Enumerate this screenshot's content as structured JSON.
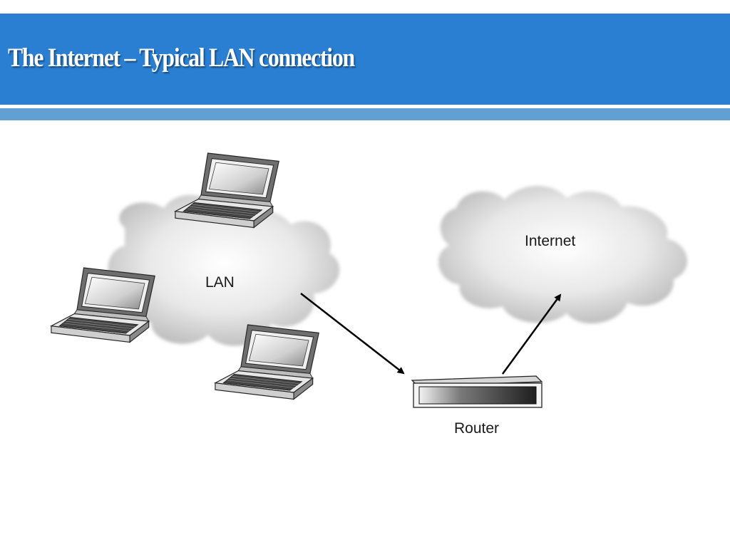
{
  "slide": {
    "title": "The Internet – Typical LAN connection",
    "colors": {
      "title_bar": "#2a7fd2",
      "accent_strip": "#629fd2",
      "title_text": "#ffffff"
    }
  },
  "diagram": {
    "lan_label": "LAN",
    "internet_label": "Internet",
    "router_label": "Router",
    "nodes": [
      {
        "id": "laptop-top",
        "icon": "laptop-icon"
      },
      {
        "id": "laptop-left",
        "icon": "laptop-icon"
      },
      {
        "id": "laptop-bottom",
        "icon": "laptop-icon"
      },
      {
        "id": "lan-cloud",
        "icon": "cloud-icon"
      },
      {
        "id": "internet-cloud",
        "icon": "cloud-icon"
      },
      {
        "id": "router",
        "icon": "router-icon"
      }
    ],
    "connections": [
      {
        "from": "lan-cloud",
        "to": "router"
      },
      {
        "from": "router",
        "to": "internet-cloud"
      }
    ]
  }
}
